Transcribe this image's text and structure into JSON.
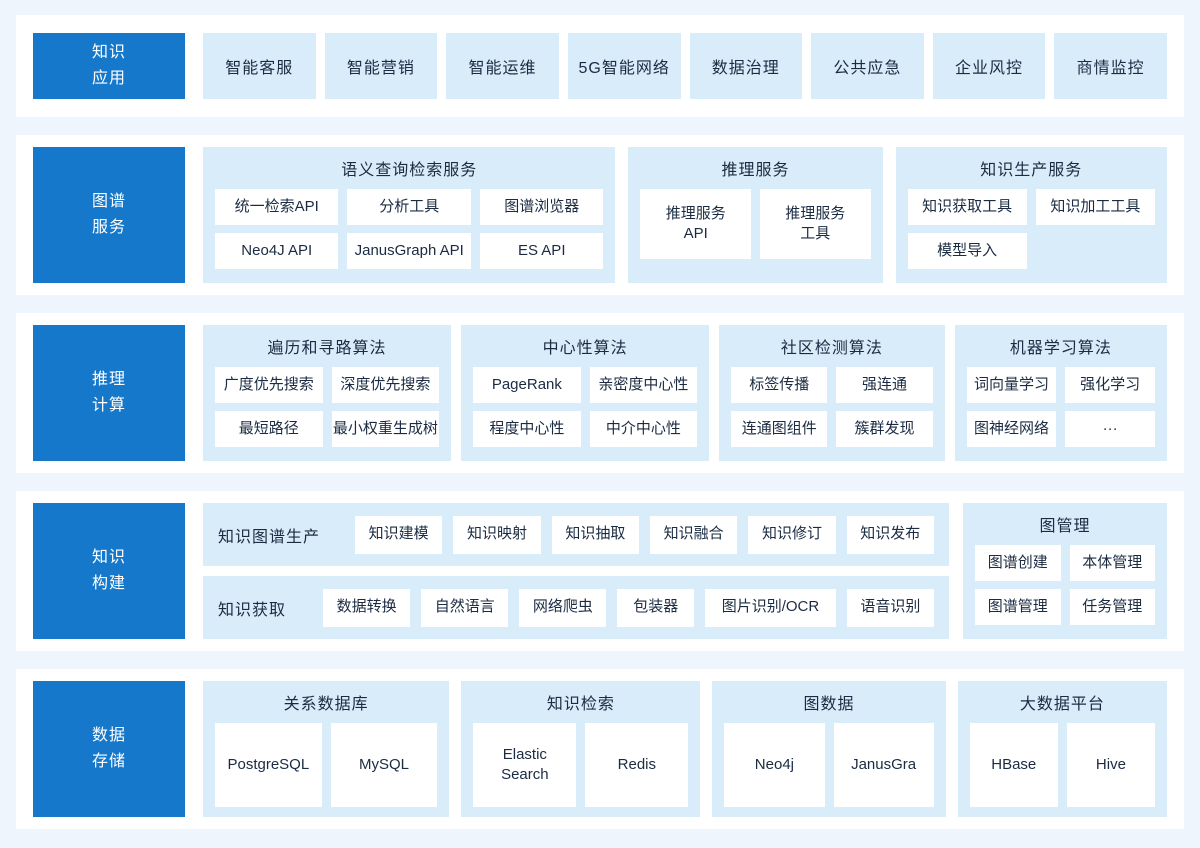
{
  "colors": {
    "page_bg": "#eef5fd",
    "band_bg": "#ffffff",
    "group_bg": "#d9ecfa",
    "primary_blue": "#1578cb",
    "text": "#1b2b42",
    "box_bg": "#ffffff"
  },
  "bands": [
    {
      "id": "knowledge-application",
      "label": "知识\n应用",
      "type": "items",
      "items": [
        "智能客服",
        "智能营销",
        "智能运维",
        "5G智能网络",
        "数据治理",
        "公共应急",
        "企业风控",
        "商情监控"
      ]
    },
    {
      "id": "graph-services",
      "label": "图谱\n服务",
      "type": "groups",
      "gap": 13,
      "groups": [
        {
          "title": "语义查询检索服务",
          "flex": 1.57,
          "cols": 3,
          "size": "sm",
          "rows": [
            [
              "统一检索API",
              "分析工具",
              "图谱浏览器"
            ],
            [
              "Neo4J API",
              "JanusGraph API",
              "ES API"
            ]
          ]
        },
        {
          "title": "推理服务",
          "flex": 0.93,
          "cols": 2,
          "size": "lg",
          "rows": [
            [
              "推理服务\nAPI",
              "推理服务\n工具"
            ]
          ]
        },
        {
          "title": "知识生产服务",
          "flex": 1.0,
          "cols": 2,
          "size": "sm",
          "rows": [
            [
              "知识获取工具",
              "知识加工工具"
            ],
            [
              "模型导入"
            ]
          ]
        }
      ]
    },
    {
      "id": "reasoning-computation",
      "label": "推理\n计算",
      "type": "groups",
      "gap": 10,
      "groups": [
        {
          "title": "遍历和寻路算法",
          "flex": 1.19,
          "cols": 2,
          "size": "sm",
          "rows": [
            [
              "广度优先搜索",
              "深度优先搜索"
            ],
            [
              "最短路径",
              "最小权重生成树"
            ]
          ]
        },
        {
          "title": "中心性算法",
          "flex": 1.19,
          "cols": 2,
          "size": "sm",
          "rows": [
            [
              "PageRank",
              "亲密度中心性"
            ],
            [
              "程度中心性",
              "中介中心性"
            ]
          ]
        },
        {
          "title": "社区检测算法",
          "flex": 1.07,
          "cols": 2,
          "size": "sm",
          "rows": [
            [
              "标签传播",
              "强连通"
            ],
            [
              "连通图组件",
              "簇群发现"
            ]
          ]
        },
        {
          "title": "机器学习算法",
          "flex": 1.0,
          "cols": 2,
          "size": "sm",
          "rows": [
            [
              "词向量学习",
              "强化学习"
            ],
            [
              "图神经网络",
              "···"
            ]
          ]
        }
      ]
    },
    {
      "id": "knowledge-construction",
      "label": "知识\n构建",
      "type": "strips",
      "strips": [
        {
          "label": "知识图谱生产",
          "label_w": 126,
          "items": [
            {
              "t": "知识建模",
              "flex": 1
            },
            {
              "t": "知识映射",
              "flex": 1
            },
            {
              "t": "知识抽取",
              "flex": 1
            },
            {
              "t": "知识融合",
              "flex": 1
            },
            {
              "t": "知识修订",
              "flex": 1
            },
            {
              "t": "知识发布",
              "flex": 1
            }
          ]
        },
        {
          "label": "知识获取",
          "label_w": 94,
          "items": [
            {
              "t": "数据转换",
              "flex": 1
            },
            {
              "t": "自然语言",
              "flex": 1
            },
            {
              "t": "网络爬虫",
              "flex": 1
            },
            {
              "t": "包装器",
              "flex": 0.88
            },
            {
              "t": "图片识别/OCR",
              "flex": 1.5
            },
            {
              "t": "语音识别",
              "flex": 1
            }
          ]
        }
      ],
      "side_group": {
        "title": "图管理",
        "cols": 2,
        "size": "sm",
        "rows": [
          [
            "图谱创建",
            "本体管理"
          ],
          [
            "图谱管理",
            "任务管理"
          ]
        ]
      }
    },
    {
      "id": "data-storage",
      "label": "数据\n存储",
      "type": "groups",
      "gap": 12,
      "groups": [
        {
          "title": "关系数据库",
          "flex": 1.2,
          "cols": 2,
          "size": "xl",
          "rows": [
            [
              "PostgreSQL",
              "MySQL"
            ]
          ]
        },
        {
          "title": "知识检索",
          "flex": 1.16,
          "cols": 2,
          "size": "xl",
          "rows": [
            [
              "Elastic\nSearch",
              "Redis"
            ]
          ]
        },
        {
          "title": "图数据",
          "flex": 1.13,
          "cols": 2,
          "size": "xl",
          "rows": [
            [
              "Neo4j",
              "JanusGra"
            ]
          ]
        },
        {
          "title": "大数据平台",
          "flex": 1.0,
          "cols": 2,
          "size": "xl",
          "rows": [
            [
              "HBase",
              "Hive"
            ]
          ]
        }
      ]
    }
  ]
}
